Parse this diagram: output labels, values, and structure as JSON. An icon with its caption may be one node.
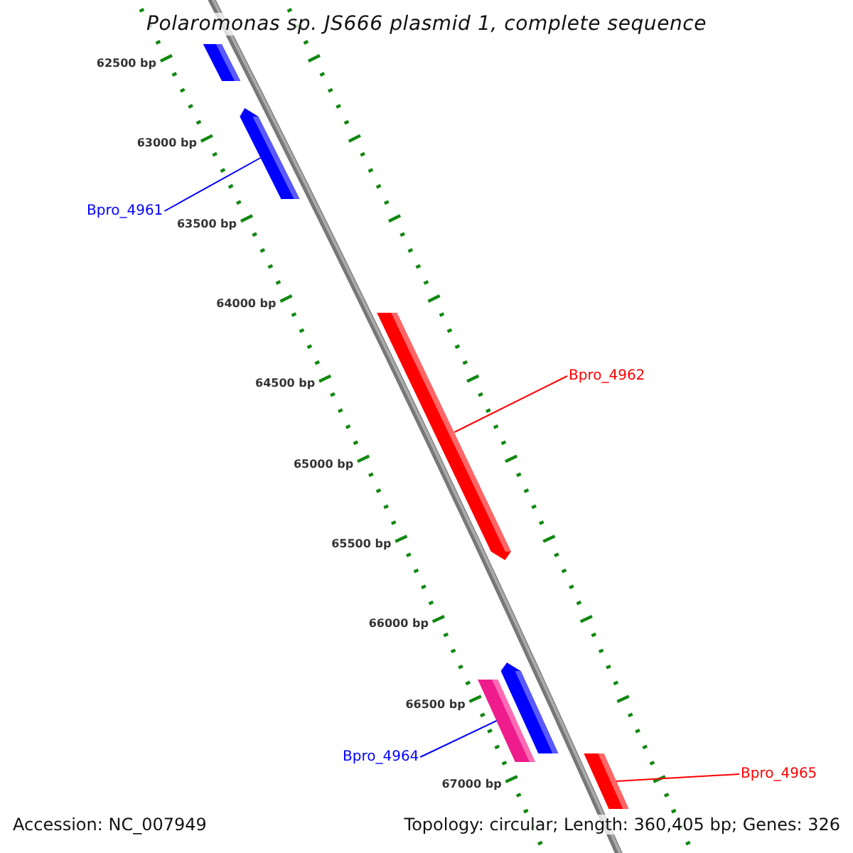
{
  "diagram": {
    "title": "Polaromonas sp. JS666 plasmid 1, complete sequence",
    "nodes": [
      {
        "text": [],
        "shape": "bar"
      },
      {
        "text": [],
        "shape": "bar"
      },
      {
        "text": [],
        "shape": "bar"
      },
      {
        "text": [],
        "shape": "bar"
      },
      {
        "text": [],
        "shape": "bar"
      },
      {
        "text": [],
        "shape": "bar"
      },
      {
        "text": [
          "Bpro_4961"
        ]
      },
      {
        "text": [
          "Bpro_4962"
        ]
      },
      {
        "text": [
          "Bpro_4964"
        ]
      },
      {
        "text": [
          "Bpro_4965"
        ]
      }
    ],
    "edges": [
      {
        "from": 6,
        "to": 1,
        "arrow": "none",
        "color": "#0000ff"
      },
      {
        "from": 7,
        "to": 2,
        "arrow": "none",
        "color": "#ff0000"
      },
      {
        "from": 8,
        "to": 3,
        "arrow": "none",
        "color": "#0000ff"
      },
      {
        "from": 9,
        "to": 5,
        "arrow": "none",
        "color": "#ff0000"
      }
    ],
    "labels": [
      "62500 bp",
      "63000 bp",
      "63500 bp",
      "64000 bp",
      "64500 bp",
      "65000 bp",
      "65500 bp",
      "66000 bp",
      "66500 bp",
      "67000 bp",
      "Accession: NC_007949",
      "Topology: circular; Length: 360,405 bp; Genes: 326"
    ]
  }
}
